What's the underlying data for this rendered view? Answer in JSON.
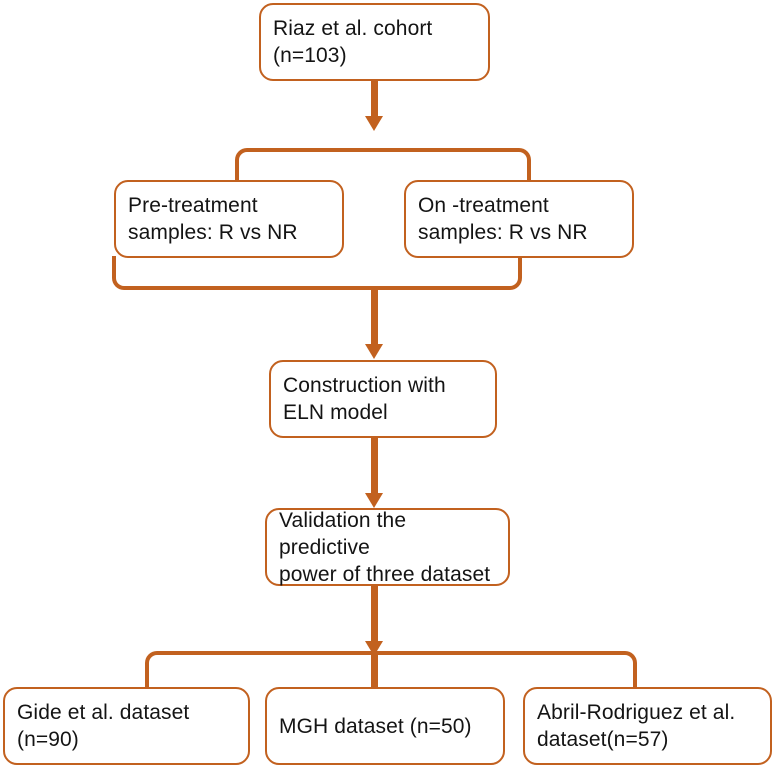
{
  "diagram": {
    "title": "Study design flowchart",
    "accent_color": "#C2611F",
    "text_color": "#141414",
    "background_color": "#FFFFFF",
    "nodes": [
      {
        "id": "cohort",
        "text": "Riaz et al. cohort\n(n=103)"
      },
      {
        "id": "pre",
        "text": "Pre-treatment\nsamples: R vs NR"
      },
      {
        "id": "on",
        "text": "On -treatment\nsamples: R vs NR"
      },
      {
        "id": "eln",
        "text": "Construction with\nELN model"
      },
      {
        "id": "validation",
        "text": "Validation the predictive\npower of three dataset"
      },
      {
        "id": "gide",
        "text": "Gide et al. dataset\n(n=90)"
      },
      {
        "id": "mgh",
        "text": "MGH dataset (n=50)"
      },
      {
        "id": "abril",
        "text": "Abril-Rodriguez et al.\ndataset(n=57)"
      }
    ],
    "edges": [
      {
        "from": "cohort",
        "to": [
          "pre",
          "on"
        ],
        "style": "split-arrow"
      },
      {
        "from": [
          "pre",
          "on"
        ],
        "to": "eln",
        "style": "merge-arrow"
      },
      {
        "from": "eln",
        "to": "validation",
        "style": "arrow"
      },
      {
        "from": "validation",
        "to": [
          "gide",
          "mgh",
          "abril"
        ],
        "style": "split-arrow"
      }
    ]
  }
}
